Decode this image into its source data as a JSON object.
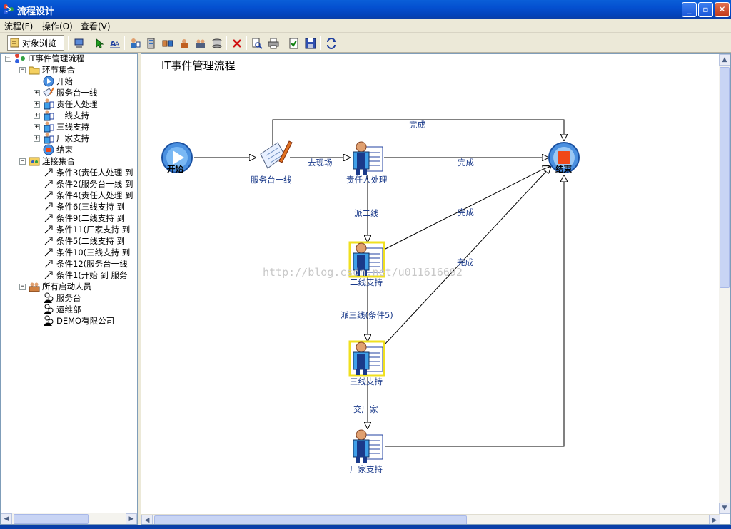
{
  "window": {
    "title": "流程设计",
    "minimize_label": "_",
    "restore_label": "▫",
    "close_label": "✕"
  },
  "menu": [
    "流程(F)",
    "操作(O)",
    "查看(V)"
  ],
  "toolbar": {
    "object_browse_label": "对象浏览"
  },
  "tree": {
    "root": "IT事件管理流程",
    "stages_group": "环节集合",
    "stages": [
      "开始",
      "服务台一线",
      "责任人处理",
      "二线支持",
      "三线支持",
      "厂家支持",
      "结束"
    ],
    "connections_group": "连接集合",
    "connections": [
      "条件3(责任人处理 到",
      "条件2(服务台一线 到",
      "条件4(责任人处理 到",
      "条件6(三线支持 到",
      "条件9(二线支持 到",
      "条件11(厂家支持 到",
      "条件5(二线支持 到",
      "条件10(三线支持 到",
      "条件12(服务台一线",
      "条件1(开始 到 服务"
    ],
    "people_group": "所有启动人员",
    "people": [
      "服务台",
      "运维部",
      "DEMO有限公司"
    ]
  },
  "diagram": {
    "title": "IT事件管理流程",
    "nodes": {
      "start": "开始",
      "service_desk": "服务台一线",
      "owner": "责任人处理",
      "line2": "二线支持",
      "line3": "三线支持",
      "vendor": "厂家支持",
      "end": "结束"
    },
    "edges": {
      "top_complete": "完成",
      "onsite": "去现场",
      "owner_complete": "完成",
      "to_line2": "派二线",
      "line2_complete": "完成",
      "line3_complete": "完成",
      "to_line3": "派三线(条件5)",
      "to_vendor": "交厂家"
    },
    "watermark": "http://blog.csdn.net/u011616692"
  },
  "colors": {
    "accent": "#0a5fd8",
    "node_label": "#1a3a8a"
  }
}
